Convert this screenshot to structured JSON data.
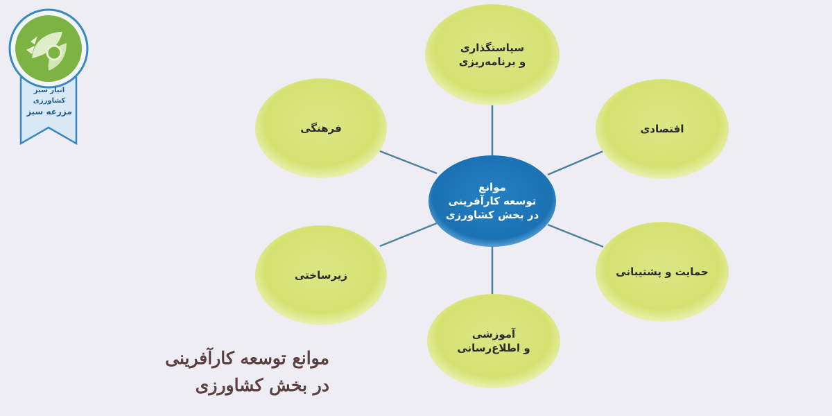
{
  "colors": {
    "background": "#eeedf4",
    "outer_node_fill": "#d7e47a",
    "outer_node_edge": "#e9f0b3",
    "center_node_fill": "#1e7bbe",
    "connector": "#4f7f9f",
    "caption_text": "#5a4040",
    "badge_green": "#7db343",
    "badge_blue": "#3a88c0"
  },
  "center_node": {
    "lines": [
      "موانع",
      "توسعه کارآفرینی",
      "در بخش کشاورزی"
    ]
  },
  "outer_nodes": [
    {
      "id": "top",
      "lines": [
        "سیاستگذاری",
        "و برنامه‌ریزی"
      ]
    },
    {
      "id": "upper-right",
      "lines": [
        "اقتصادی"
      ]
    },
    {
      "id": "lower-right",
      "lines": [
        "حمایت و پشتیبانی"
      ]
    },
    {
      "id": "bottom",
      "lines": [
        "آموزشی",
        "و اطلاع‌رسانی"
      ]
    },
    {
      "id": "lower-left",
      "lines": [
        "زیرساختی"
      ]
    },
    {
      "id": "upper-left",
      "lines": [
        "فرهنگی"
      ]
    }
  ],
  "caption": {
    "line1": "موانع توسعه کارآفرینی",
    "line2": "در بخش کشاورزی"
  },
  "logo": {
    "line1": "انبار سبز کشاورزی",
    "line2": "مزرعه سبز",
    "icon": "leaf-wheat-logo"
  }
}
